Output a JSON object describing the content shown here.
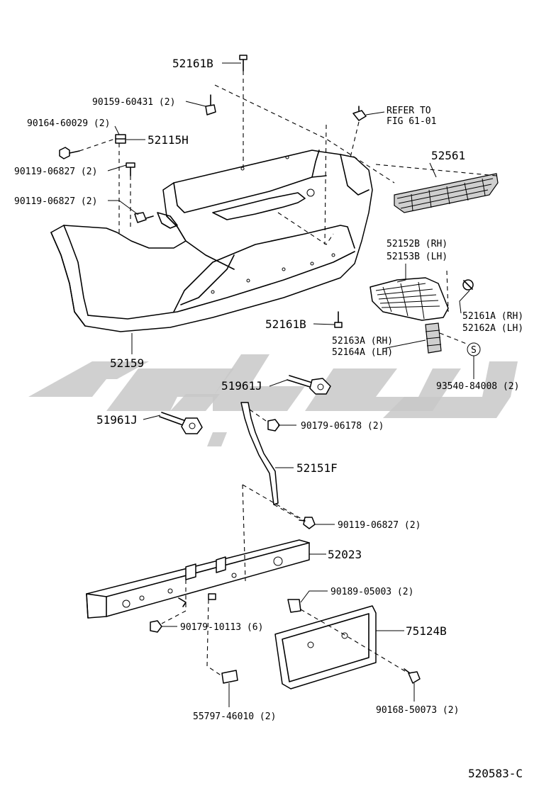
{
  "labels": {
    "p52161B_top": "52161B",
    "p90159": "90159-60431 (2)",
    "p90164": "90164-60029 (2)",
    "p52115H": "52115H",
    "p90119_a": "90119-06827 (2)",
    "p90119_b": "90119-06827 (2)",
    "refer1": "REFER TO",
    "refer2": "FIG 61-01",
    "p52561": "52561",
    "p52152B": "52152B (RH)",
    "p52153B": "52153B (LH)",
    "p52161A": "52161A (RH)",
    "p52162A": "52162A (LH)",
    "p52161B_mid": "52161B",
    "p52163A": "52163A (RH)",
    "p52164A": "52164A (LH)",
    "p52159": "52159",
    "p93540": "93540-84008 (2)",
    "s_mark": "S",
    "p51961J_a": "51961J",
    "p51961J_b": "51961J",
    "p90179_a": "90179-06178 (2)",
    "p52151F": "52151F",
    "p90119_c": "90119-06827 (2)",
    "p52023": "52023",
    "p90189": "90189-05003 (2)",
    "p90179_b": "90179-10113 (6)",
    "p75124B": "75124B",
    "p90168": "90168-50073 (2)",
    "p55797": "55797-46010 (2)",
    "figure_code": "520583-C"
  }
}
